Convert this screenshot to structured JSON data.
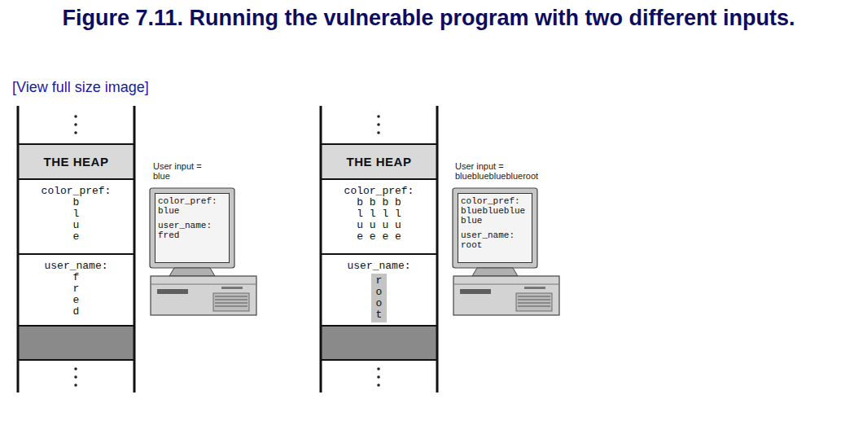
{
  "diagram": {
    "title": "Figure 7.11. Running the vulnerable program with two different inputs.",
    "nodes": [
      {
        "text": [
          "THE HEAP"
        ]
      },
      {
        "text": [
          "color_pref:",
          "b l u e"
        ]
      },
      {
        "text": [
          "user_name:",
          "f r e d"
        ]
      },
      {
        "text": [
          "color_pref: blue",
          "user_name: fred"
        ]
      },
      {
        "text": [
          "THE HEAP"
        ]
      },
      {
        "text": [
          "color_pref:",
          "b b b b l l l l u u u u e e e e"
        ]
      },
      {
        "text": [
          "user_name:",
          "r o o t"
        ]
      },
      {
        "text": [
          "color_pref: blueblueblue blue",
          "user_name: root"
        ]
      }
    ],
    "edges": [],
    "labels": [
      "[View full size image]",
      "User input = blue",
      "User input = blueblueblueblueroot"
    ]
  }
}
